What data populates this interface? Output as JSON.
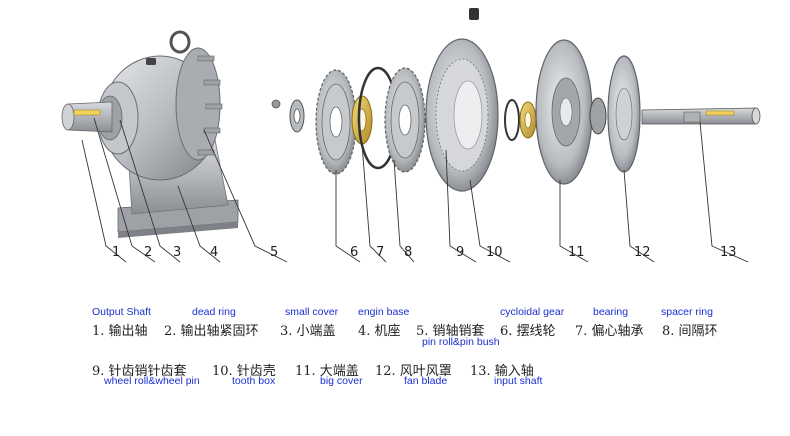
{
  "callouts": [
    "1",
    "2",
    "3",
    "4",
    "5",
    "6",
    "7",
    "8",
    "9",
    "10",
    "11",
    "12",
    "13"
  ],
  "legend": {
    "row1": [
      {
        "cn": "1. 输出轴",
        "en": "Output Shaft"
      },
      {
        "cn": "2. 输出轴紧固环",
        "en": "dead ring"
      },
      {
        "cn": "3. 小端盖",
        "en": "small cover"
      },
      {
        "cn": "4. 机座",
        "en": "engin base"
      },
      {
        "cn": "5. 销轴销套",
        "en": "pin roll&pin bush"
      },
      {
        "cn": "6. 摆线轮",
        "en": "cycloidal gear"
      },
      {
        "cn": "7. 偏心轴承",
        "en": "bearing"
      },
      {
        "cn": "8. 间隔环",
        "en": "spacer ring"
      }
    ],
    "row2": [
      {
        "cn": "9. 针齿销针齿套",
        "en": "wheel roll&wheel pin"
      },
      {
        "cn": "10. 针齿壳",
        "en": "tooth box"
      },
      {
        "cn": "11. 大端盖",
        "en": "big cover"
      },
      {
        "cn": "12. 风叶风罩",
        "en": "fan blade"
      },
      {
        "cn": "13. 输入轴",
        "en": "input shaft"
      }
    ]
  }
}
